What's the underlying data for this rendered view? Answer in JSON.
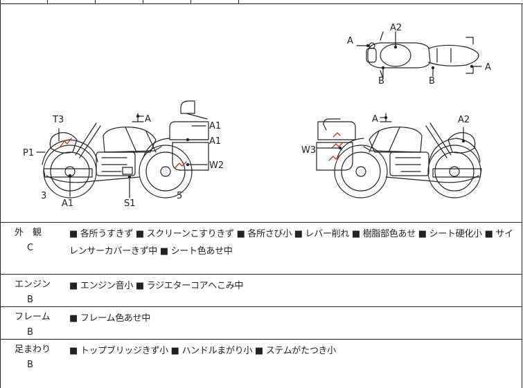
{
  "diagram_labels": {
    "left": {
      "t3": "T3",
      "p1": "P1",
      "a_mirror": "A",
      "a1_screen": "A1",
      "a1_side": "A1",
      "w2": "W2",
      "three": "3",
      "a1_bottom": "A1",
      "s1": "S1",
      "five": "5"
    },
    "right": {
      "a_mirror": "A",
      "a2": "A2",
      "w3": "W3"
    },
    "top": {
      "a_left": "A",
      "a2": "A2",
      "b_left": "B",
      "b_right": "B",
      "a_right": "A"
    }
  },
  "sections": [
    {
      "name": "外　観",
      "grade": "C",
      "text": "■ 各所うすきず ■ スクリーンこすりきず ■ 各所さび小 ■ レバー削れ ■ 樹脂部色あせ ■ シート硬化小 ■ サイレンサーカバーきず中 ■ シート色あせ中"
    },
    {
      "name": "エンジン",
      "grade": "B",
      "text": "■ エンジン音小 ■ ラジエターコアへこみ中"
    },
    {
      "name": "フレーム",
      "grade": "B",
      "text": "■ フレーム色あせ中"
    },
    {
      "name": "足まわり",
      "grade": "B",
      "text": "■ トップブリッジきず小 ■ ハンドルまがり小 ■ ステムがたつき小"
    }
  ]
}
